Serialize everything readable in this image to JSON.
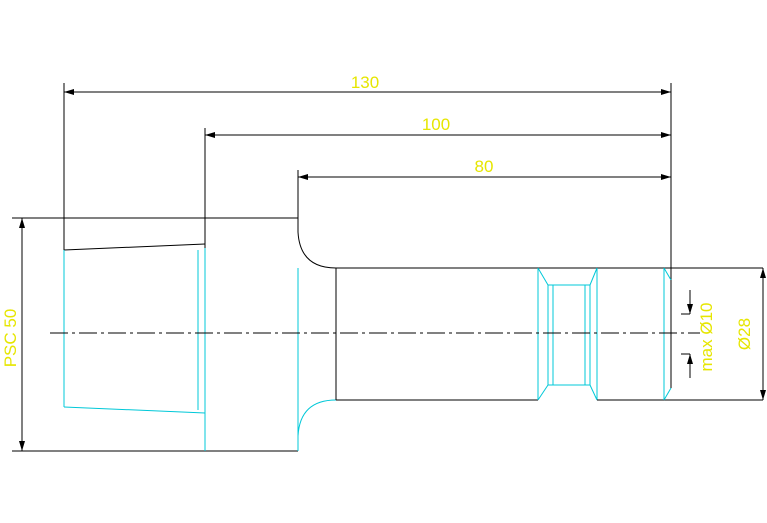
{
  "drawing": {
    "dimensions": {
      "overall_length": "130",
      "flange_length": "100",
      "shank_length": "80",
      "taper_size": "PSC 50",
      "bore_diameter": "max Ø10",
      "shank_diameter": "Ø28"
    }
  },
  "colors": {
    "outline": "#000000",
    "cyan_geometry": "#00c8d8",
    "dimension_text": "#e6e600",
    "background": "#ffffff"
  }
}
